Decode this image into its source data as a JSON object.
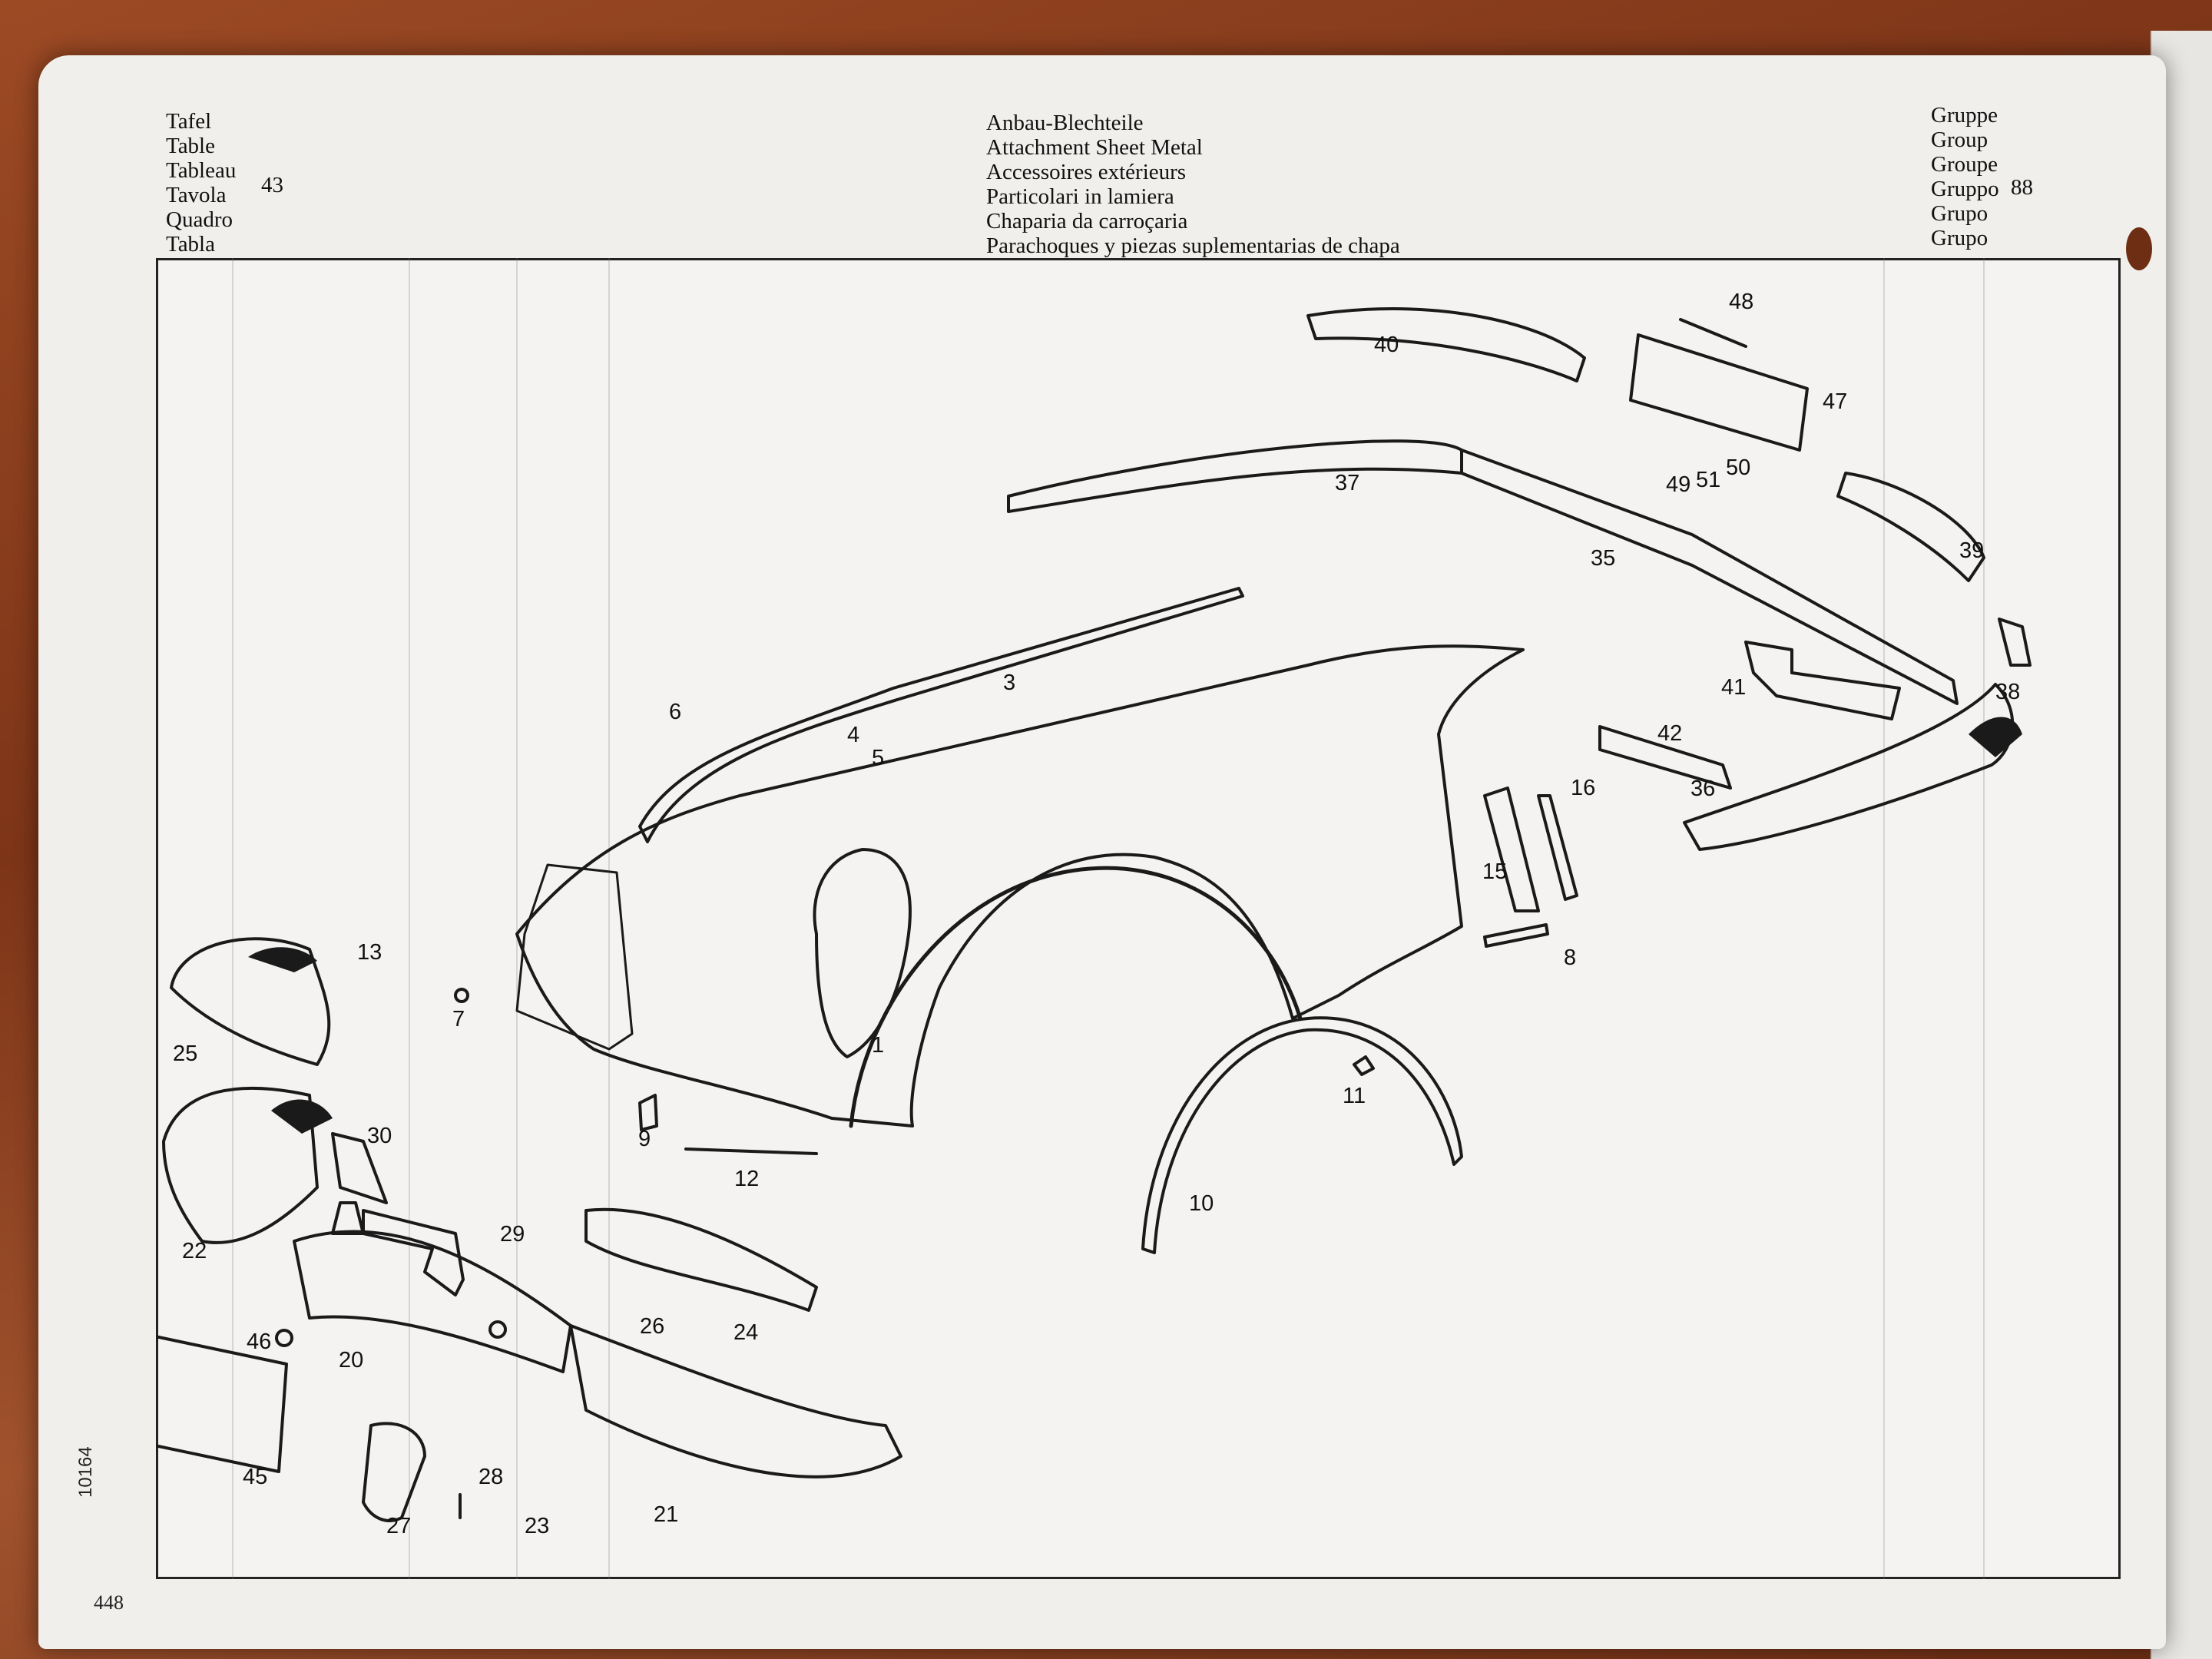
{
  "header": {
    "left_labels": [
      "Tafel",
      "Table",
      "Tableau",
      "Tavola",
      "Quadro",
      "Tabla"
    ],
    "tafel_number": "43",
    "titles": [
      "Anbau-Blechteile",
      "Attachment Sheet Metal",
      "Accessoires extérieurs",
      "Particolari in lamiera",
      "Chaparia da carroçaria",
      "Parachoques y piezas suplementarias de chapa"
    ],
    "right_labels": [
      "Gruppe",
      "Group",
      "Groupe",
      "Gruppo",
      "Grupo",
      "Grupo"
    ],
    "gruppe_number": "88"
  },
  "diagram": {
    "callouts": [
      "1",
      "3",
      "4",
      "5",
      "6",
      "7",
      "8",
      "9",
      "10",
      "11",
      "12",
      "13",
      "15",
      "16",
      "20",
      "21",
      "22",
      "23",
      "24",
      "25",
      "26",
      "27",
      "28",
      "29",
      "30",
      "35",
      "36",
      "37",
      "38",
      "39",
      "40",
      "41",
      "42",
      "45",
      "46",
      "47",
      "48",
      "49",
      "50",
      "51"
    ]
  },
  "footer": {
    "side_code": "10164",
    "page_number": "448"
  },
  "colors": {
    "paper": "#f1efec",
    "ink": "#111111",
    "desk": "#7d3518"
  }
}
